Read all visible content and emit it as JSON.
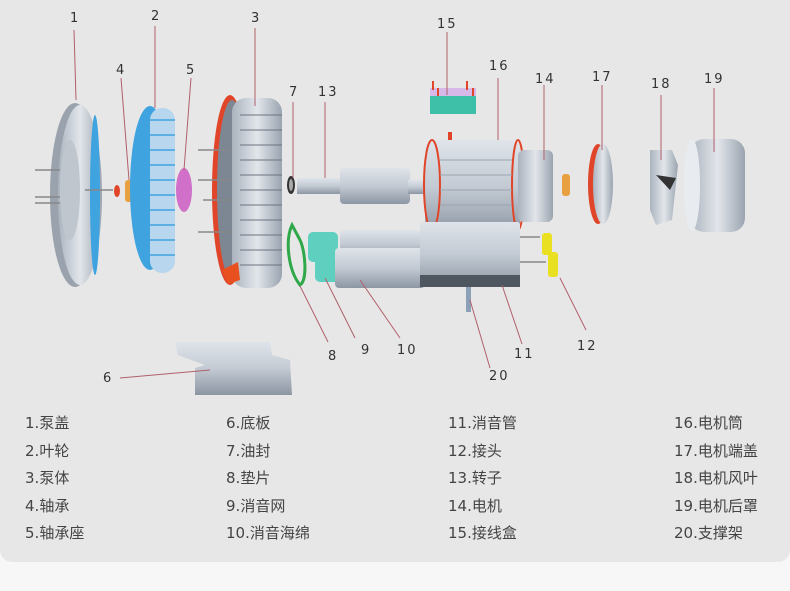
{
  "diagram": {
    "title_labels": [
      "1",
      "2",
      "3",
      "4",
      "5",
      "6",
      "7",
      "8",
      "9",
      "10",
      "11",
      "12",
      "13",
      "14",
      "15",
      "16",
      "17",
      "18",
      "19",
      "20"
    ]
  },
  "legend": {
    "columns": [
      [
        {
          "num": "1.",
          "name": "泵盖"
        },
        {
          "num": "2.",
          "name": "叶轮"
        },
        {
          "num": "3.",
          "name": "泵体"
        },
        {
          "num": "4.",
          "name": "轴承"
        },
        {
          "num": "5.",
          "name": "轴承座"
        }
      ],
      [
        {
          "num": "6.",
          "name": "底板"
        },
        {
          "num": "7.",
          "name": "油封"
        },
        {
          "num": "8.",
          "name": "垫片"
        },
        {
          "num": "9.",
          "name": "消音网"
        },
        {
          "num": "10.",
          "name": "消音海绵"
        }
      ],
      [
        {
          "num": "11.",
          "name": "消音管"
        },
        {
          "num": "12.",
          "name": "接头"
        },
        {
          "num": "13.",
          "name": "转子"
        },
        {
          "num": "14.",
          "name": "电机"
        },
        {
          "num": "15.",
          "name": "接线盒"
        }
      ],
      [
        {
          "num": "16.",
          "name": "电机筒"
        },
        {
          "num": "17.",
          "name": "电机端盖"
        },
        {
          "num": "18.",
          "name": "电机风叶"
        },
        {
          "num": "19.",
          "name": "电机后罩"
        },
        {
          "num": "20.",
          "name": "支撑架"
        }
      ]
    ]
  },
  "colors": {
    "panel_bg": "#e7e7e7",
    "page_bg": "#f7f7f7",
    "leader_line": "#b0606a",
    "impeller_blue": "#3fa3e0",
    "seal_red": "#e0452a",
    "gasket_green": "#2fa84a",
    "mesh_teal": "#5fd0c0",
    "connector_yellow": "#e8e020",
    "bearing_seat_pink": "#d070c8",
    "bearing_orange": "#e8a040",
    "metal_gray": "#c6ccd4"
  }
}
